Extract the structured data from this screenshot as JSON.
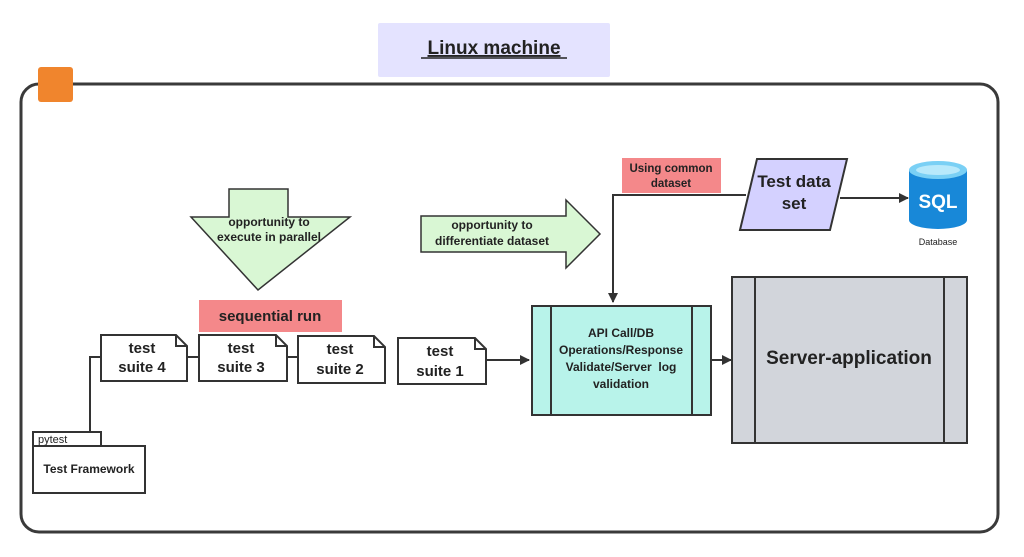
{
  "title": "Linux machine",
  "colors": {
    "title_bg": "#e4e3ff",
    "corner_square": "#f0852d",
    "arrow_fill": "#d9f7d4",
    "label_red": "#f4888a",
    "api_box": "#b8f3ea",
    "server_box": "#d2d5db",
    "data_set": "#d4d1ff",
    "sql_blue": "#1888d8"
  },
  "arrows": {
    "parallel": [
      "opportunity to",
      "execute in parallel"
    ],
    "differentiate": [
      "opportunity to",
      "differentiate dataset"
    ]
  },
  "labels": {
    "sequential_run": "sequential run",
    "common_dataset": [
      "Using common",
      "dataset"
    ]
  },
  "suites": [
    {
      "line1": "test",
      "line2": "suite 4"
    },
    {
      "line1": "test",
      "line2": "suite 3"
    },
    {
      "line1": "test",
      "line2": "suite 2"
    },
    {
      "line1": "test",
      "line2": "suite 1"
    }
  ],
  "framework": {
    "tab": "pytest",
    "label": "Test Framework"
  },
  "api_box": [
    "API Call/DB",
    "Operations/Response",
    "Validate/Server  log",
    "validation"
  ],
  "server": "Server-application",
  "test_data": [
    "Test data",
    "set"
  ],
  "database": {
    "icon_text": "SQL",
    "label": "Database"
  }
}
